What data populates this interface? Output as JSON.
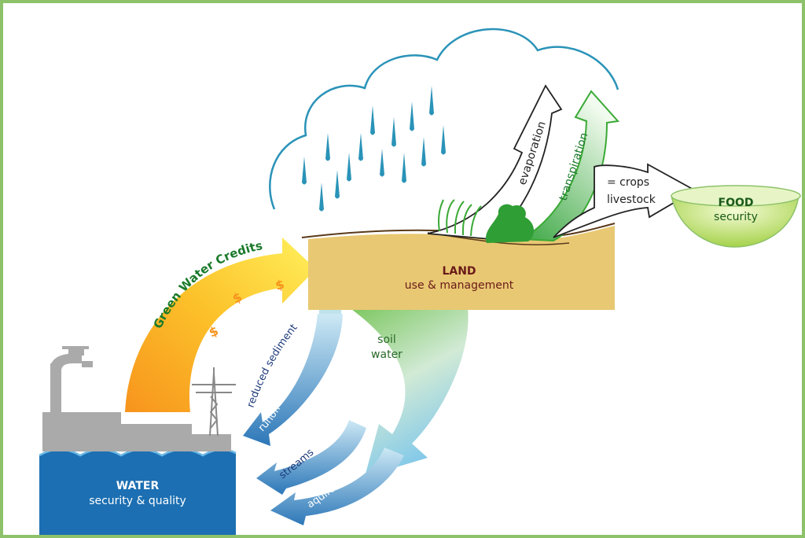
{
  "colors": {
    "frame": "#8dc26a",
    "rain": "#2a93b8",
    "cloud_outline": "#2a93b8",
    "land": "#e8c873",
    "land_line": "#5a3a1a",
    "water": "#1c6fb2",
    "credits_arrow_start": "#f7941d",
    "credits_arrow_end": "#ffec5c",
    "green": "#3aa935",
    "dark_green": "#1a7a2a",
    "navy": "#1d3a7a",
    "facility": "#aaaaaa"
  },
  "icons": {
    "cloud": "cloud-icon",
    "raindrop": "raindrop-icon",
    "tap": "water-tap-icon",
    "pylon": "power-pylon-icon",
    "tree": "tree-icon",
    "grass": "grass-icon",
    "bowl": "bowl-icon",
    "currency": "dollar-sign-icon"
  },
  "labels": {
    "green_water_credits": "Green Water Credits",
    "dollar": "$",
    "land_title": "LAND",
    "land_sub": "use & management",
    "water_title": "WATER",
    "water_sub": "security & quality",
    "food_title": "FOOD",
    "food_sub": "security",
    "evaporation": "evaporation",
    "transpiration": "transpiration",
    "crops": "= crops",
    "livestock": "livestock",
    "soil": "soil",
    "water_word": "water",
    "reduced_sediment": "reduced sediment",
    "runoff": "runoff",
    "streams": "streams",
    "aquifers": "aquifers"
  }
}
